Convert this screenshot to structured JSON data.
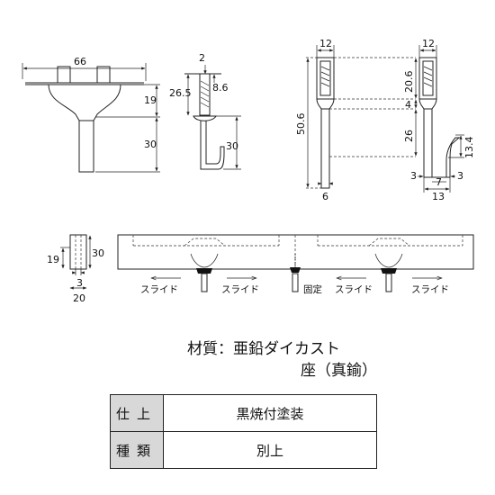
{
  "dims": {
    "d66": "66",
    "d19": "19",
    "d30a": "30",
    "d2": "2",
    "d265": "26.5",
    "d86": "8.6",
    "d30b": "30",
    "d12a": "12",
    "d506": "50.6",
    "d6": "6",
    "d12b": "12",
    "d206": "20.6",
    "d4": "4",
    "d26": "26",
    "d134": "13.4",
    "d3a": "3",
    "d7": "7",
    "d3b": "3",
    "d13": "13",
    "d19c": "19",
    "d30c": "30",
    "d3c": "3",
    "d20": "20"
  },
  "rail_labels": {
    "slide1": "スライド",
    "slide2": "スライド",
    "fixed": "固定",
    "slide3": "スライド",
    "slide4": "スライド"
  },
  "material": {
    "line1": "材質：亜鉛ダイカスト",
    "line2": "座（真鍮）"
  },
  "spec_table": [
    {
      "key": "仕上",
      "value": "黒焼付塗装"
    },
    {
      "key": "種類",
      "value": "別上"
    }
  ]
}
